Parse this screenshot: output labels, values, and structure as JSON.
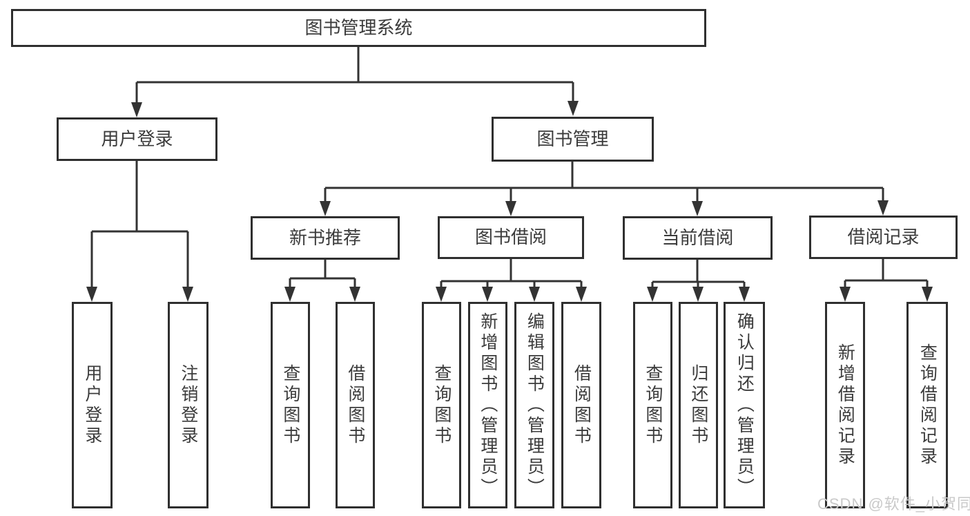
{
  "diagram": {
    "title": "图书管理系统",
    "colors": {
      "line": "#333333",
      "box_border": "#2f2f2f",
      "text": "#3b3b3b",
      "background": "#ffffff",
      "watermark_text_color": "#c9c9c9"
    },
    "nodes": {
      "root": {
        "label": "图书管理系统"
      },
      "user_login": {
        "label": "用户登录"
      },
      "book_management": {
        "label": "图书管理"
      },
      "new_book_recommend": {
        "label": "新书推荐"
      },
      "book_borrow": {
        "label": "图书借阅"
      },
      "current_borrow": {
        "label": "当前借阅"
      },
      "borrow_record": {
        "label": "借阅记录"
      },
      "leaf_user_login": {
        "label": "用户登录"
      },
      "leaf_logout": {
        "label": "注销登录"
      },
      "leaf_query_book_recommend": {
        "label": "查询图书"
      },
      "leaf_borrow_book_recommend": {
        "label": "借阅图书"
      },
      "leaf_query_book_borrow": {
        "label": "查询图书"
      },
      "leaf_add_book_admin": {
        "label": "新增图书（管理员）"
      },
      "leaf_edit_book_admin": {
        "label": "编辑图书（管理员）"
      },
      "leaf_borrow_book_borrow": {
        "label": "借阅图书"
      },
      "leaf_query_book_current": {
        "label": "查询图书"
      },
      "leaf_return_book": {
        "label": "归还图书"
      },
      "leaf_confirm_return_admin": {
        "label": "确认归还（管理员）"
      },
      "leaf_add_borrow_record": {
        "label": "新增借阅记录"
      },
      "leaf_query_borrow_record": {
        "label": "查询借阅记录"
      }
    },
    "watermark": "CSDN @软件_小贺同学"
  }
}
